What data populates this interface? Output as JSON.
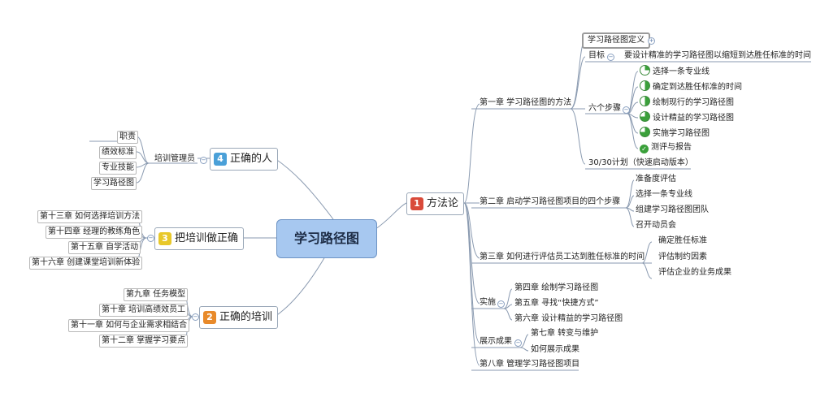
{
  "root": "学习路径图",
  "colors": {
    "root_fill": "#a7c8f0",
    "num1": "#d94a3a",
    "num2": "#e88a2a",
    "num3": "#e8c82a",
    "num4": "#4aa0d8",
    "line": "#8a9ab0",
    "progress": "#3aa03a"
  },
  "method": {
    "num": "1",
    "label": "方法论",
    "ch1": {
      "label": "第一章 学习路径图的方法",
      "definition": "学习路径图定义",
      "goal_label": "目标",
      "goal_text": "要设计精准的学习路径图以缩短到达胜任标准的时间",
      "steps_label": "六个步骤",
      "steps": [
        {
          "text": "选择一条专业线",
          "progress": 0.25
        },
        {
          "text": "确定到达胜任标准的时间",
          "progress": 0.5
        },
        {
          "text": "绘制现行的学习路径图",
          "progress": 0.5
        },
        {
          "text": "设计精益的学习路径图",
          "progress": 0.75
        },
        {
          "text": "实施学习路径图",
          "progress": 0.75
        },
        {
          "text": "测评与报告",
          "progress": 1.0
        }
      ],
      "plan": "30/30计划（快速启动版本）"
    },
    "ch2": {
      "label": "第二章 启动学习路径图项目的四个步骤",
      "items": [
        "准备度评估",
        "选择一条专业线",
        "组建学习路径图团队",
        "召开动员会"
      ]
    },
    "ch3": {
      "label": "第三章 如何进行评估员工达到胜任标准的时间",
      "items": [
        "确定胜任标准",
        "评估制约因素",
        "评估企业的业务成果"
      ]
    },
    "impl": {
      "label": "实施",
      "items": [
        "第四章 绘制学习路径图",
        "第五章 寻找“快捷方式”",
        "第六章 设计精益的学习路径图"
      ]
    },
    "show": {
      "label": "展示成果",
      "items": [
        "第七章 转变与维护",
        "如何展示成果"
      ]
    },
    "ch8": "第八章 管理学习路径图项目"
  },
  "training": {
    "num": "2",
    "label": "正确的培训",
    "items": [
      "第九章 任务模型",
      "第十章 培训高绩效员工",
      "第十一章 如何与企业需求相结合",
      "第十二章 掌握学习要点"
    ]
  },
  "make": {
    "num": "3",
    "label": "把培训做正确",
    "items": [
      "第十三章 如何选择培训方法",
      "第十四章 经理的教练角色",
      "第十五章 自学活动",
      "第十六章 创建课堂培训新体验"
    ]
  },
  "people": {
    "num": "4",
    "label": "正确的人",
    "sub": "培训管理员",
    "items": [
      "职责",
      "绩效标准",
      "专业技能",
      "学习路径图"
    ]
  }
}
